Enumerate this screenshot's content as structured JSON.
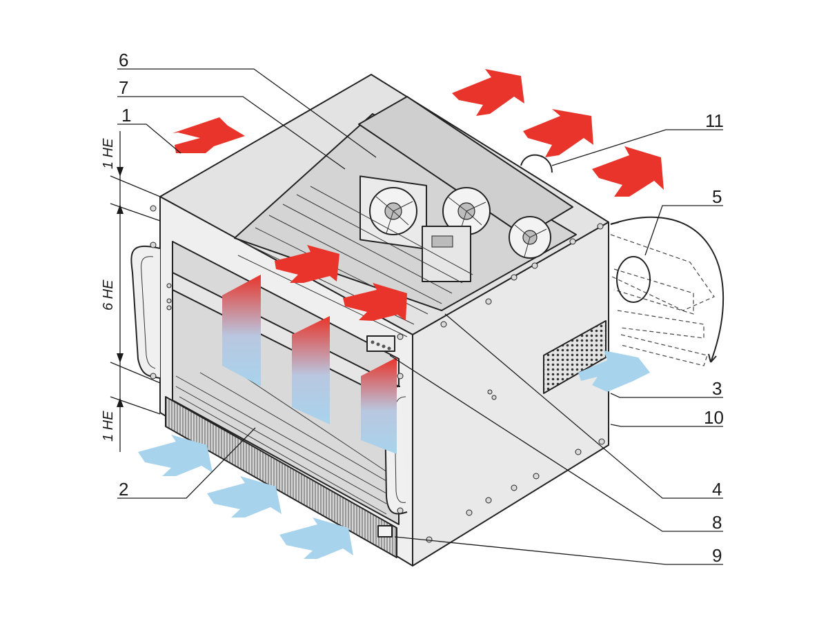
{
  "callouts": [
    "1",
    "2",
    "3",
    "4",
    "5",
    "6",
    "7",
    "8",
    "9",
    "10",
    "11"
  ],
  "dimensions": {
    "top": "1 HE",
    "middle": "6 HE",
    "bottom": "1 HE"
  },
  "colors": {
    "exhaust_arrow": "#e8342a",
    "intake_arrow": "#a8d3ec",
    "housing_light": "#ebebeb",
    "housing_mid": "#dcdcdc",
    "outline": "#222222"
  }
}
